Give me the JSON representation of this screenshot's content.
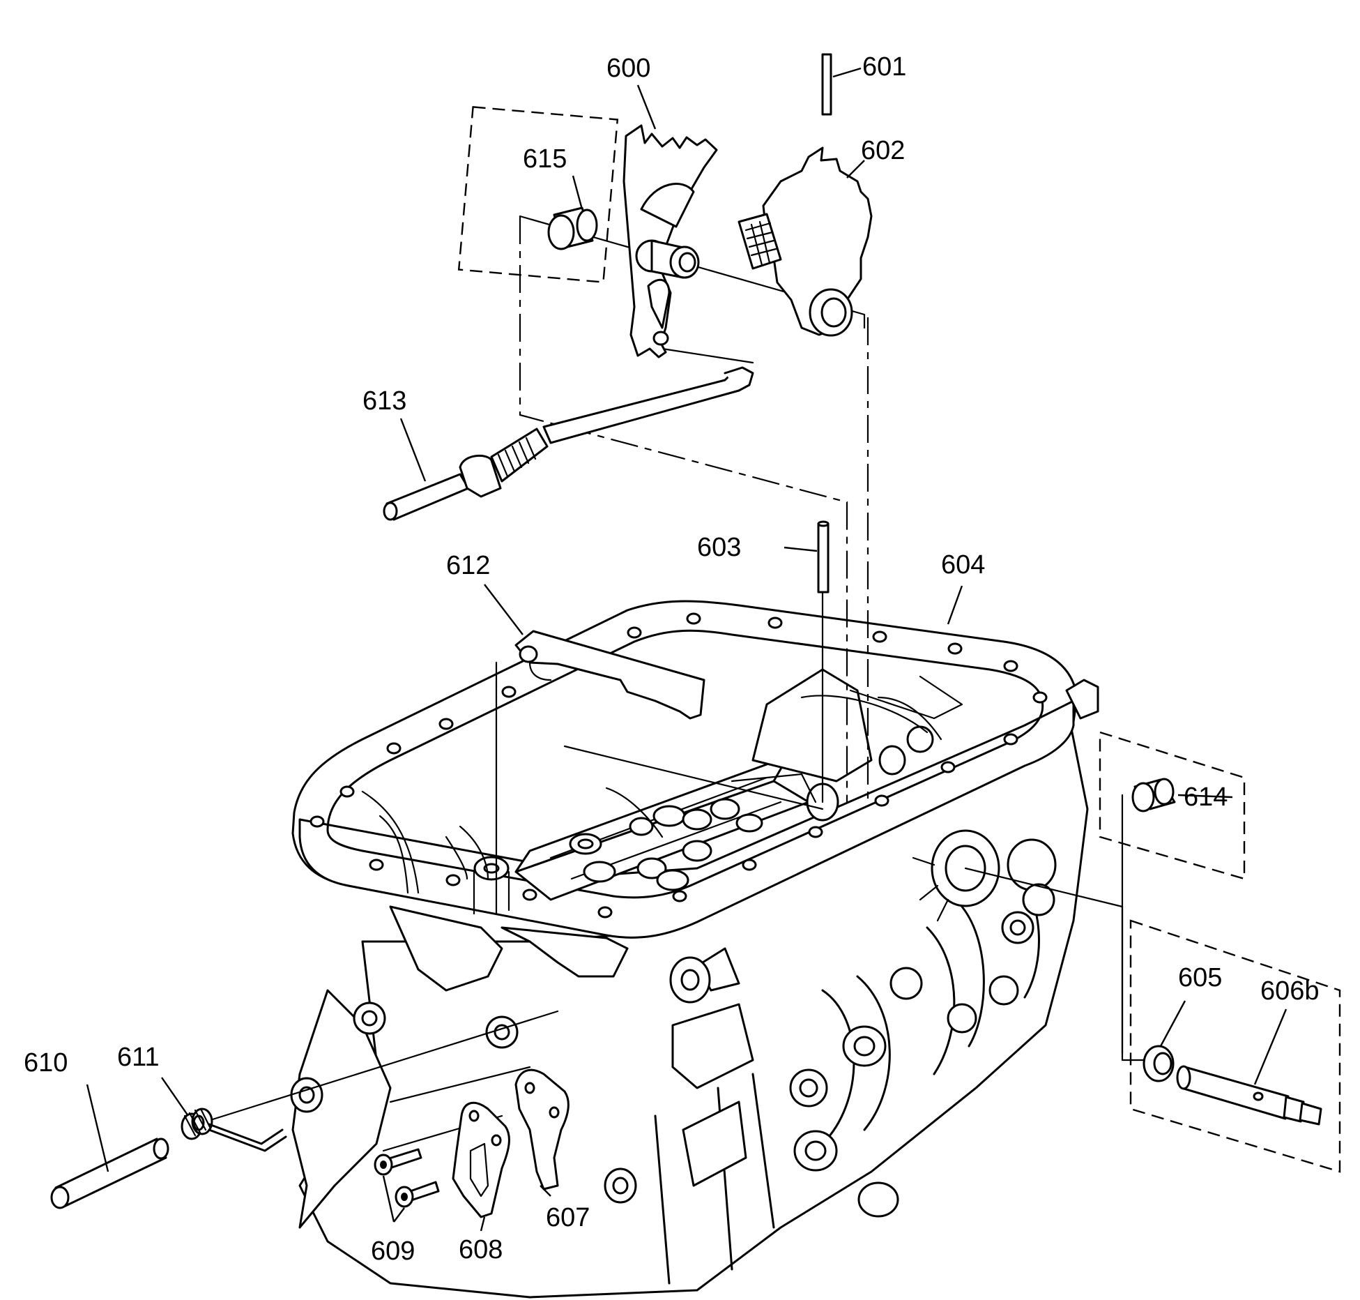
{
  "callouts": {
    "c600": "600",
    "c601": "601",
    "c602": "602",
    "c603": "603",
    "c604": "604",
    "c605": "605",
    "c606b": "606b",
    "c607": "607",
    "c608": "608",
    "c609": "609",
    "c610": "610",
    "c611": "611",
    "c612": "612",
    "c613": "613",
    "c614": "614",
    "c615": "615"
  }
}
